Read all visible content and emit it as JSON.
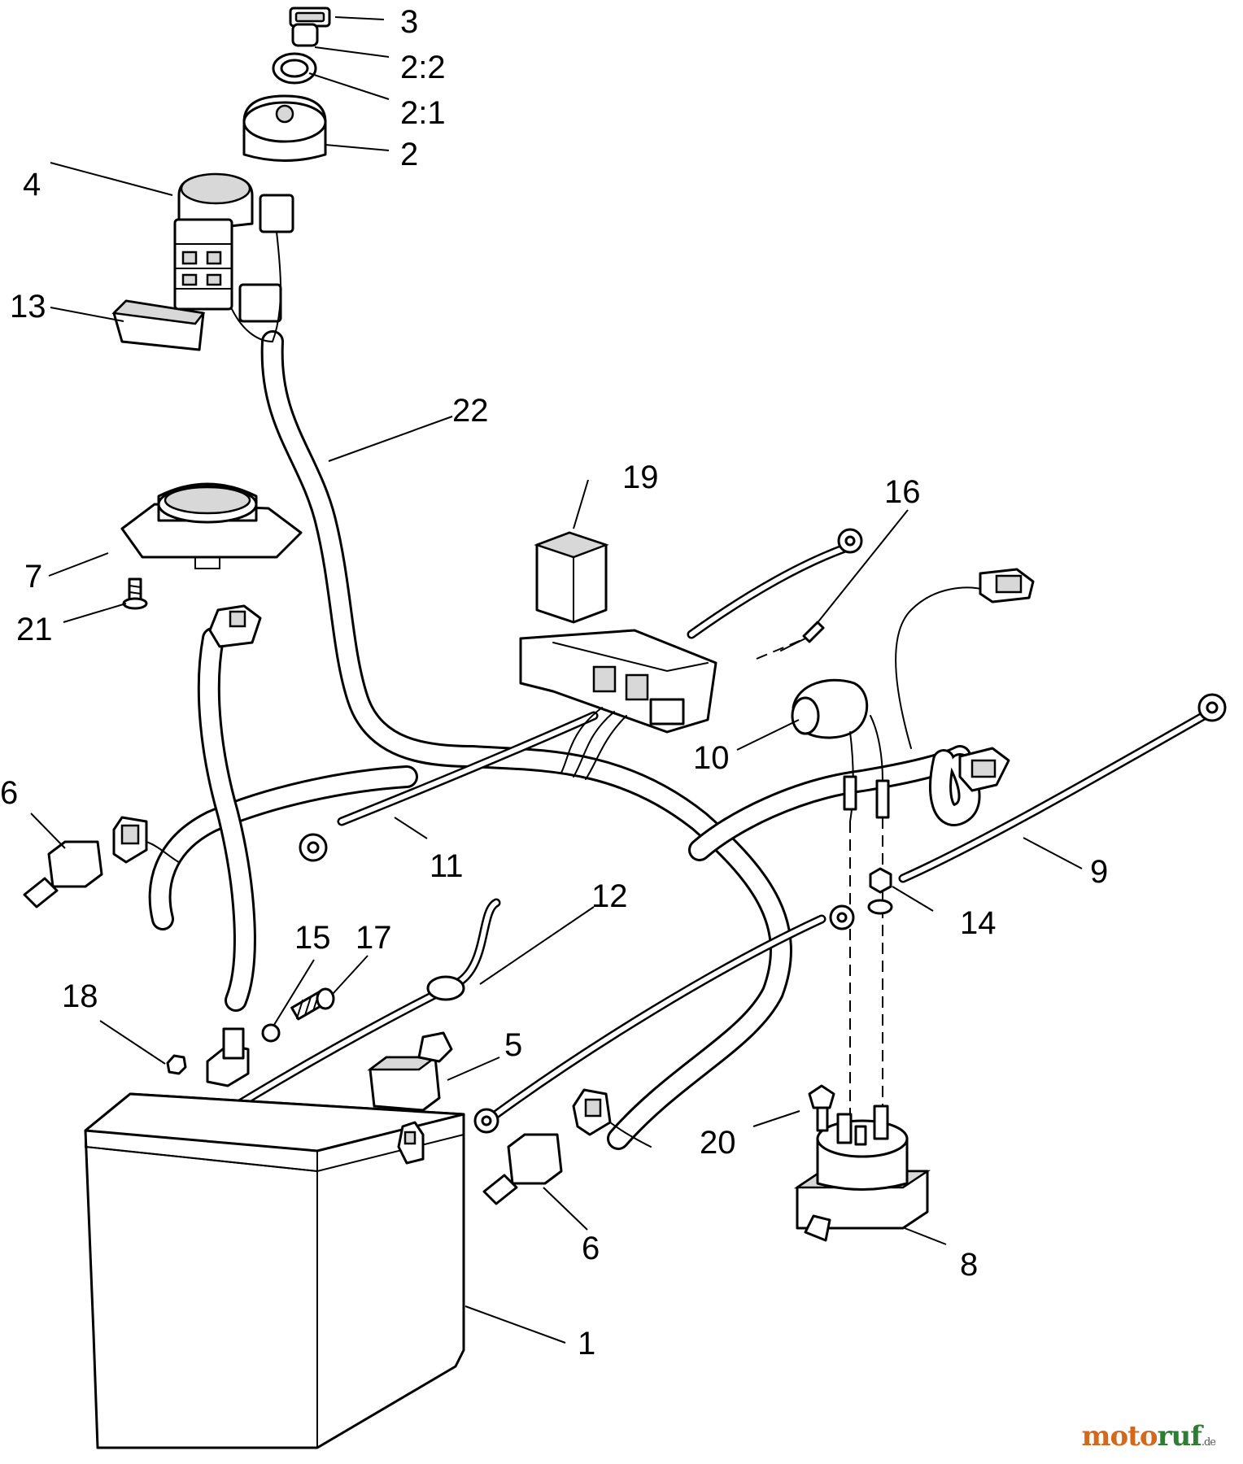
{
  "callouts": {
    "c3": "3",
    "c2_2": "2:2",
    "c2_1": "2:1",
    "c2": "2",
    "c4": "4",
    "c13": "13",
    "c22": "22",
    "c19": "19",
    "c16": "16",
    "c7": "7",
    "c21": "21",
    "c10": "10",
    "c6a": "6",
    "c11": "11",
    "c9": "9",
    "c12": "12",
    "c15": "15",
    "c17": "17",
    "c14": "14",
    "c18": "18",
    "c5": "5",
    "c20": "20",
    "c6b": "6",
    "c8": "8",
    "c1": "1"
  },
  "watermark": {
    "moto": "moto",
    "ruf": "ruf",
    "de": ".de"
  }
}
